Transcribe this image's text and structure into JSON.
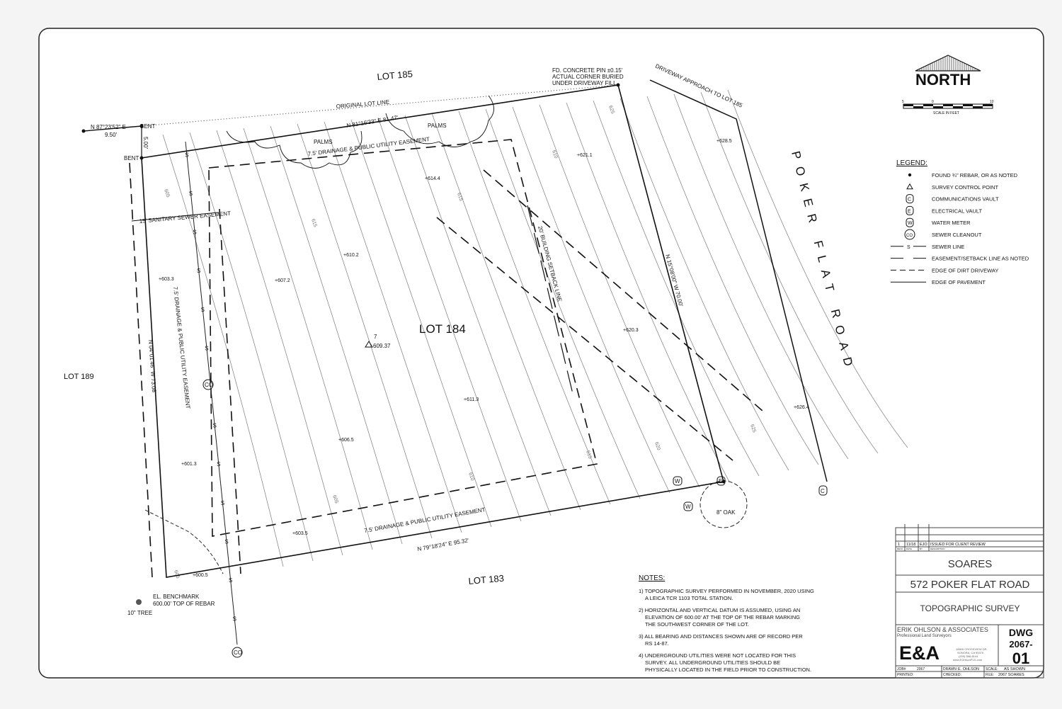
{
  "drawing": {
    "lots": {
      "north": "LOT 185",
      "subject": "LOT 184",
      "west": "LOT 189",
      "south": "LOT 183"
    },
    "road_name": "POKER FLAT ROAD",
    "driveway_approach": "DRIVEWAY APPROACH TO LOT 185",
    "original_lot_line": "ORIGINAL LOT LINE",
    "ne_corner_note": [
      "FD. CONCRETE PIN ±0.15'",
      "ACTUAL CORNER BURIED",
      "UNDER DRIVEWAY FILL"
    ],
    "bearings": {
      "offset_bearing": "N 87°23'52\" E",
      "offset_distance": "9.50'",
      "offset_vertical": "5.00'",
      "north_line": "N 81°16'33\" E  81.47'",
      "east_line": "N 15°08'00\" W  70.00'",
      "west_line": "N 04°01'46\" W  73.08'",
      "south_line": "N 79°18'24\" E  95.32'"
    },
    "bent_label": "BENT",
    "easements": {
      "north": "7.5' DRAINAGE & PUBLIC UTILITY EASEMENT",
      "south": "7.5' DRAINAGE & PUBLIC UTILITY EASEMENT",
      "west": "7.5' DRAINAGE & PUBLIC UTILITY EASEMENT",
      "sewer": "15' SANITARY SEWER EASEMENT",
      "setback": "20' BUILDING SETBACK LINE"
    },
    "trees": {
      "palms": "PALMS",
      "oak": "8\" OAK",
      "tree": "10\" TREE"
    },
    "benchmark": [
      "EL. BENCHMARK",
      "600.00' TOP OF REBAR"
    ],
    "control_point": {
      "id": "7",
      "elevation": "609.37"
    },
    "spot_elevations": [
      "+614.4",
      "+621.1",
      "+628.5",
      "+610.2",
      "+607.2",
      "+603.3",
      "+620.3",
      "+611.3",
      "+606.5",
      "+626.4",
      "+601.3",
      "+603.5",
      "+600.5"
    ],
    "contour_labels": [
      "605",
      "610",
      "615",
      "620",
      "625"
    ],
    "symbols": {
      "sewer": "S",
      "cleanout": "CO",
      "water": "W",
      "electric": "E",
      "comm": "C"
    }
  },
  "north_arrow": {
    "label": "NORTH",
    "scale_ticks": [
      "5",
      "0",
      "10"
    ],
    "scale_label": "SCALE IN FEET"
  },
  "legend": {
    "title": "LEGEND:",
    "items": [
      "FOUND ¾\" REBAR, OR AS NOTED",
      "SURVEY CONTROL POINT",
      "COMMUNICATIONS VAULT",
      "ELECTRICAL VAULT",
      "WATER METER",
      "SEWER CLEANOUT",
      "SEWER LINE",
      "EASEMENT/SETBACK LINE AS NOTED",
      "EDGE OF DIRT DRIVEWAY",
      "EDGE OF PAVEMENT"
    ]
  },
  "notes": {
    "title": "NOTES:",
    "items": [
      [
        "1) TOPOGRAPHIC SURVEY PERFORMED IN NOVEMBER, 2020 USING",
        "A LEICA TCR 1103 TOTAL STATION."
      ],
      [
        "2) HORIZONTAL AND VERTICAL DATUM IS ASSUMED, USING AN",
        "ELEVATION OF 600.00' AT THE TOP OF THE REBAR MARKING",
        "THE SOUTHWEST CORNER OF THE LOT."
      ],
      [
        "3) ALL BEARING AND DISTANCES SHOWN ARE OF RECORD PER",
        "RS 14-87."
      ],
      [
        "4) UNDERGROUND UTILITIES WERE NOT LOCATED FOR THIS",
        "SURVEY. ALL UNDERGROUND UTILITIES SHOULD BE",
        "PHYSICALLY LOCATED IN THE FIELD PRIOR TO CONSTRUCTION."
      ]
    ]
  },
  "title_block": {
    "revision": {
      "no": "1",
      "date": "11/18",
      "by": "EJO",
      "description": "ISSUED FOR CLIENT REVIEW"
    },
    "revision_headers": [
      "REV#",
      "DATE",
      "BY",
      "DESCRIPTION"
    ],
    "client": "SOARES",
    "address": "572 POKER FLAT ROAD",
    "survey_type": "TOPOGRAPHIC SURVEY",
    "firm": "ERIK OHLSON & ASSOCIATES",
    "firm_subtitle": "Professional Land Surveyors",
    "logo": "E&A",
    "firm_address": [
      "18800 CROSSVIEW DR.",
      "SONORA, CA 95370",
      "(209) 588-8144",
      "www.EOhlsonPLS.com"
    ],
    "dwg_label": "DWG",
    "dwg_number": [
      "2067-",
      "01"
    ],
    "job": {
      "label": "JOB#",
      "value": "2067"
    },
    "drawn": {
      "label": "DRAWN:",
      "value": "E. OHLSON"
    },
    "scale": {
      "label": "SCALE:",
      "value": "AS SHOWN"
    },
    "printed": {
      "label": "PRINTED:"
    },
    "checked": {
      "label": "CHECKED:"
    },
    "file": {
      "label": "FILE:",
      "value": "2067 SOARES"
    }
  }
}
